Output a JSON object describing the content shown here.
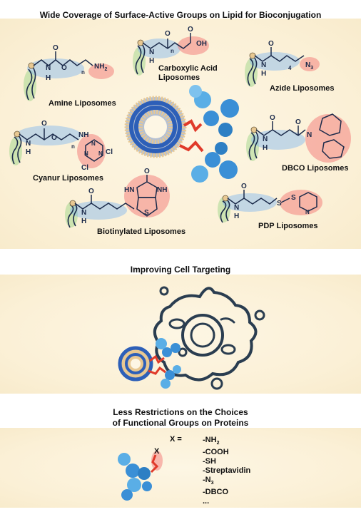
{
  "section1": {
    "title": "Wide Coverage of Surface-Active Groups on Lipid for Bioconjugation",
    "liposomes": {
      "amine": "Amine Liposomes",
      "carboxylic_line1": "Carboxylic Acid",
      "carboxylic_line2": "Liposomes",
      "azide": "Azide Liposomes",
      "cyanur": "Cyanur Liposomes",
      "dbco": "DBCO Liposomes",
      "biotin": "Biotinylated Liposomes",
      "pdp": "PDP Liposomes"
    },
    "atoms": {
      "n": "N",
      "h": "H",
      "o": "O",
      "oh": "OH",
      "nh": "NH",
      "nh2": "NH",
      "cl": "Cl",
      "s": "S",
      "sub_n": "n",
      "sub_4": "4",
      "sub_2": "2",
      "n3": "N",
      "sub_3": "3"
    }
  },
  "section2": {
    "title": "Improving Cell Targeting"
  },
  "section3": {
    "title_line1": "Less Restrictions on the Choices",
    "title_line2": "of  Functional Groups on Proteins",
    "x_label": "X =",
    "x_marker": "X",
    "groups": [
      "-NH",
      "-COOH",
      "-SH",
      "-Streptavidin",
      "-N",
      "-DBCO",
      "..."
    ],
    "group_subscripts": {
      "0": "2",
      "4": "3"
    }
  }
}
